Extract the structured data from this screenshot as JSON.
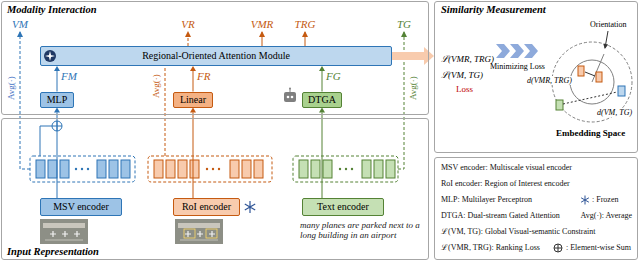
{
  "diagram": {
    "nodes": [
      {
        "text": [
          "Modality Interaction"
        ]
      },
      {
        "text": [
          "Regional-Oriented Attention Module"
        ],
        "in": 0
      },
      {
        "text": [
          "MLP"
        ],
        "in": 0
      },
      {
        "text": [
          "Linear"
        ],
        "in": 0
      },
      {
        "text": [
          "DTGA"
        ],
        "in": 0
      },
      {
        "text": [
          "Input Representation"
        ]
      },
      {
        "text": [
          "MSV encoder"
        ],
        "in": 5
      },
      {
        "text": [
          "RoI encoder"
        ],
        "in": 5
      },
      {
        "text": [
          "Text encoder"
        ],
        "in": 5
      },
      {
        "text": [
          "Similarity Measurement"
        ]
      },
      {
        "text": [
          "MSV encoder: Multiscale visual encoder",
          "RoI encoder: Region of Interest encoder",
          "MLP: Multilayer Perceptron",
          ": Frozen",
          "DTGA: Dual-stream Gated Attention",
          "Avg(·): Average",
          "ℒ(VM, TG): Global Visual-semantic Constraint",
          "ℒ(VMR, TRG): Ranking Loss",
          ": Element-wise Sum"
        ]
      }
    ],
    "edges": [
      {
        "from": 6,
        "to": 2,
        "arrow": "to"
      },
      {
        "from": 7,
        "to": 3,
        "arrow": "to"
      },
      {
        "from": 8,
        "to": 4,
        "arrow": "to"
      },
      {
        "from": 2,
        "to": 1,
        "arrow": "to",
        "label": "FM"
      },
      {
        "from": 3,
        "to": 1,
        "arrow": "to",
        "label": "FR"
      },
      {
        "from": 4,
        "to": 1,
        "arrow": "to",
        "label": "FG"
      },
      {
        "from": 1,
        "to": 9,
        "arrow": "to"
      }
    ],
    "labels": [
      "VM",
      "VR",
      "VMR",
      "TRG",
      "TG",
      "Avg(·)",
      "Avg(·)",
      "Avg(·)",
      "many planes are parked next to a long building in an airport",
      "ℒ(VMR, TRG)",
      "ℒ(VM, TG)",
      "Loss",
      "Minimizing Loss",
      "Orientation",
      "d(VMR, TRG)",
      "d(VM, TG)",
      "Embedding Space"
    ]
  }
}
